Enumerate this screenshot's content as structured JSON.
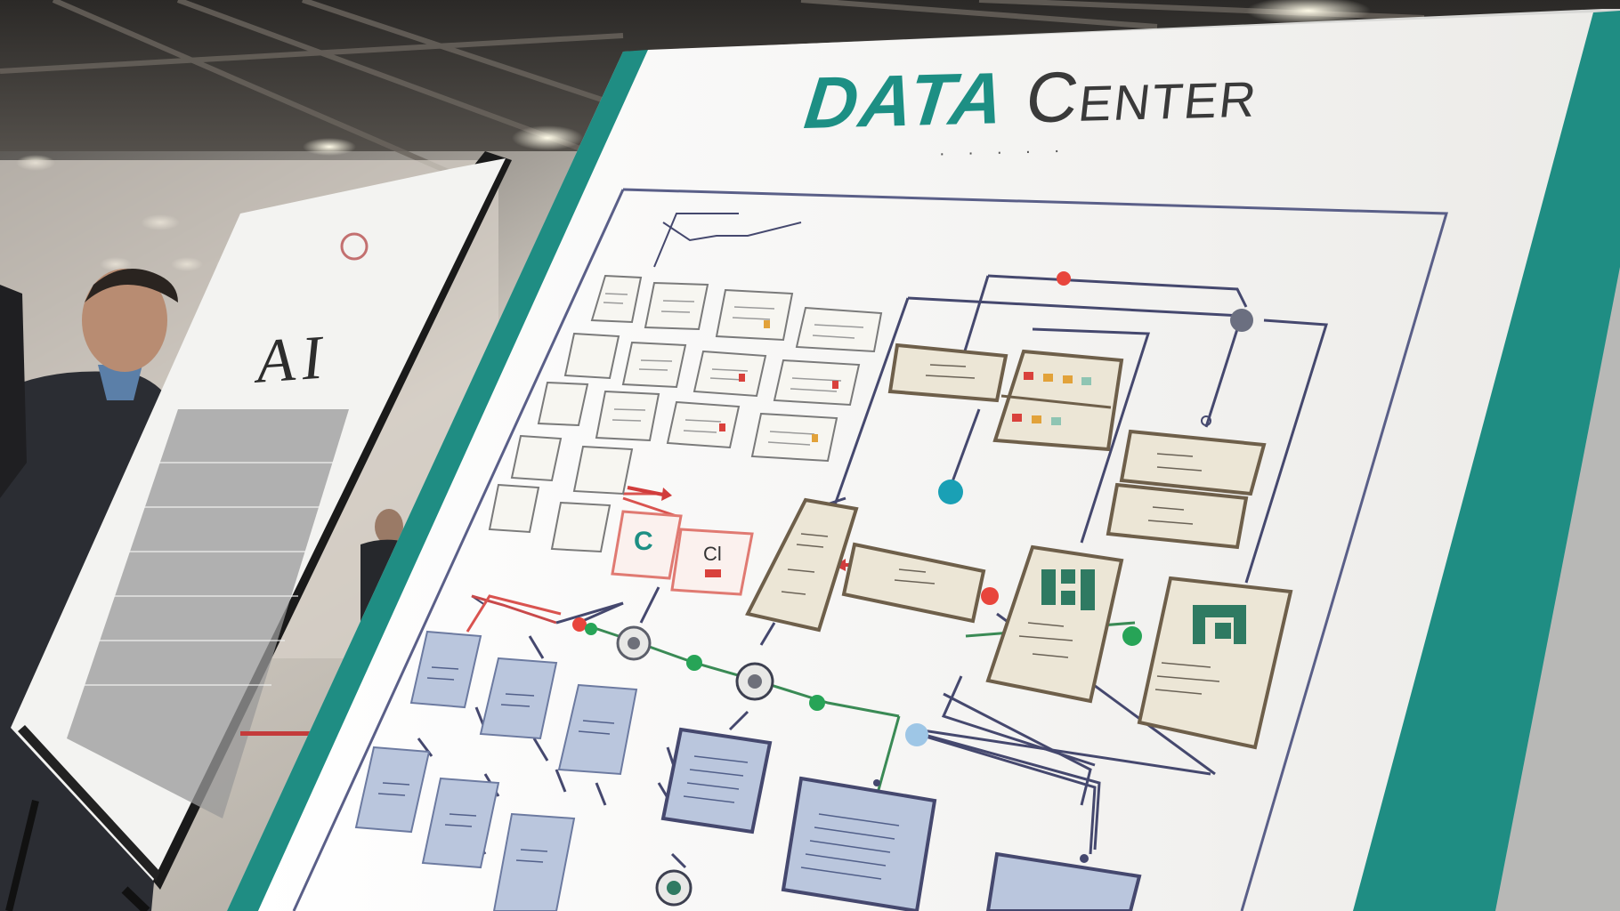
{
  "poster": {
    "title_word1": "DATA",
    "title_word2": "Center",
    "title_dots": "· · · · ·"
  },
  "side_poster": {
    "heading": "AI"
  },
  "colors": {
    "teal_accent": "#1d8f84",
    "poster_bg": "#f4f4f2",
    "box_fill": "#ece6d6",
    "box_border": "#6e5f4a",
    "blue_box": "#bac6dd",
    "line_dark": "#45486e",
    "line_green": "#3a8a55",
    "line_red": "#d9534f",
    "dot_red": "#e8453c",
    "dot_green": "#27a457",
    "dot_teal": "#1aa0b5",
    "dot_lightblue": "#9ec6e6"
  }
}
